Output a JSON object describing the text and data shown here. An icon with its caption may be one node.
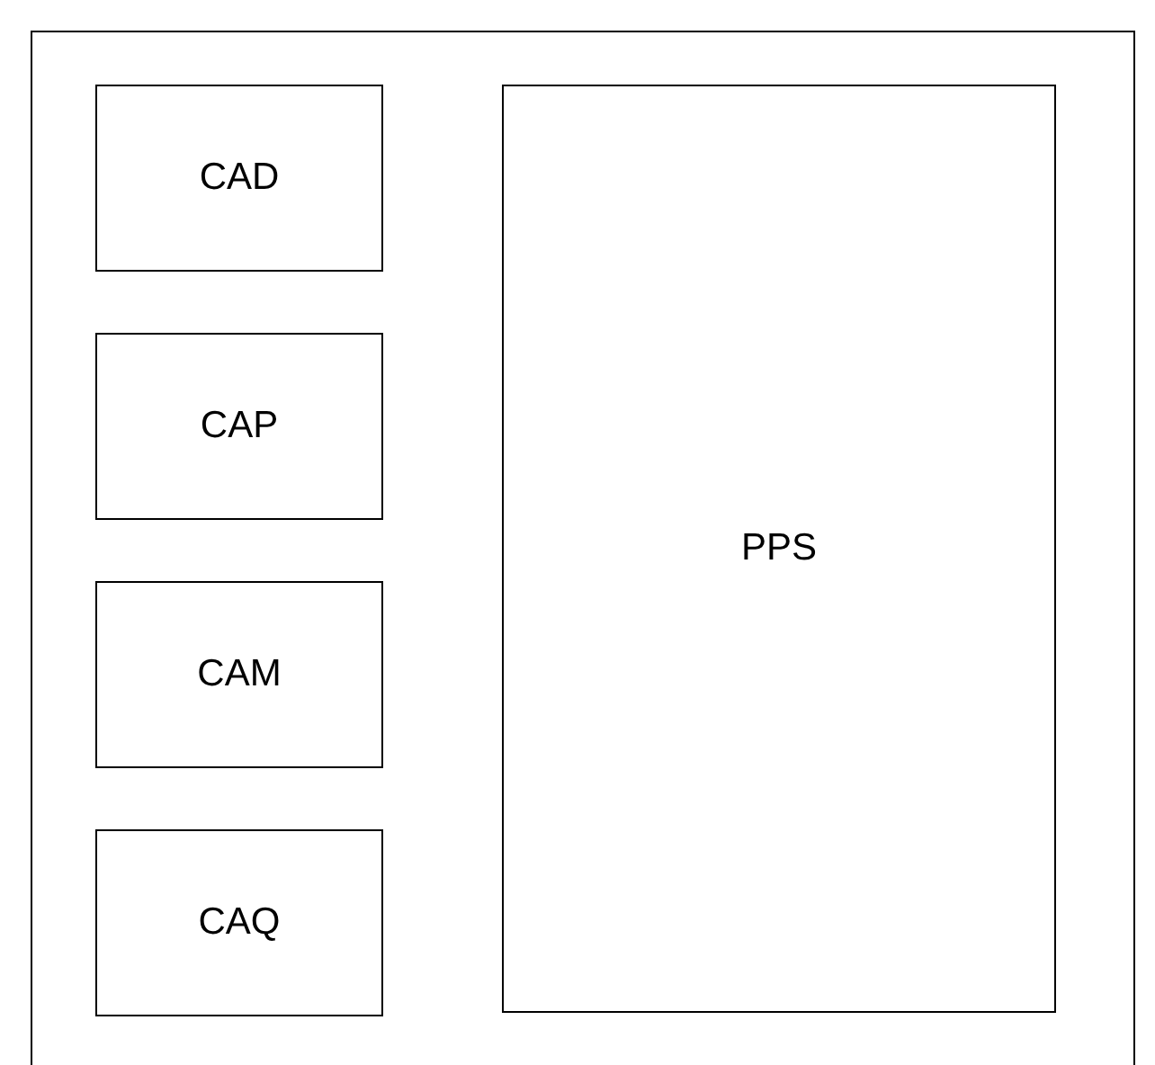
{
  "diagram": {
    "nodes": [
      {
        "text": [],
        "shape": "box"
      },
      {
        "text": [
          "CAD"
        ],
        "in": 0
      },
      {
        "text": [
          "CAP"
        ],
        "in": 0
      },
      {
        "text": [
          "CAM"
        ],
        "in": 0
      },
      {
        "text": [
          "CAQ"
        ],
        "in": 0
      },
      {
        "text": [
          "PPS"
        ],
        "in": 0
      }
    ],
    "edges": []
  }
}
